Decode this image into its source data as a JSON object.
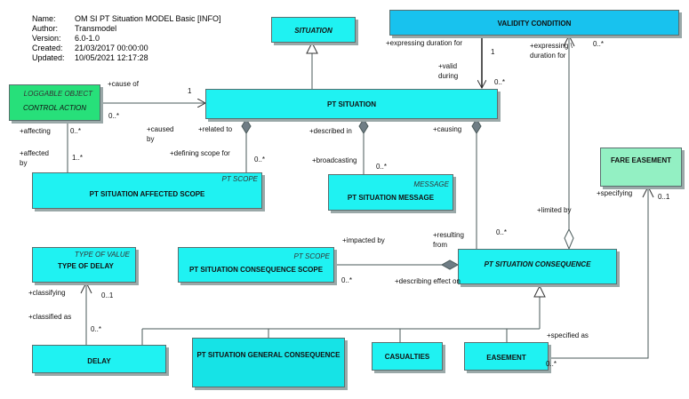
{
  "metadata": [
    {
      "key": "Name:",
      "value": "OM SI PT Situation MODEL Basic [INFO]"
    },
    {
      "key": "Author:",
      "value": "Transmodel"
    },
    {
      "key": "Version:",
      "value": "6.0-1.0"
    },
    {
      "key": "Created:",
      "value": "21/03/2017 00:00:00"
    },
    {
      "key": "Updated:",
      "value": "10/05/2021 12:17:28"
    }
  ],
  "classes": {
    "situation": {
      "name": "SITUATION"
    },
    "validity_condition": {
      "name": "VALIDITY CONDITION"
    },
    "loggable_object": {
      "name": "LOGGABLE OBJECT",
      "subname": "CONTROL ACTION"
    },
    "pt_situation": {
      "name": "PT SITUATION"
    },
    "pt_situation_affected_scope": {
      "stereotype": "PT SCOPE",
      "name": "PT SITUATION AFFECTED SCOPE"
    },
    "pt_situation_message": {
      "stereotype": "MESSAGE",
      "name": "PT SITUATION MESSAGE"
    },
    "fare_easement": {
      "name": "FARE EASEMENT"
    },
    "type_of_delay": {
      "stereotype": "TYPE OF VALUE",
      "name": "TYPE OF DELAY"
    },
    "pt_situation_consequence_scope": {
      "stereotype": "PT SCOPE",
      "name": "PT SITUATION CONSEQUENCE SCOPE"
    },
    "pt_situation_consequence": {
      "name": "PT SITUATION CONSEQUENCE"
    },
    "delay": {
      "name": "DELAY"
    },
    "pt_situation_general_consequence": {
      "name": "PT SITUATION GENERAL CONSEQUENCE"
    },
    "casualties": {
      "name": "CASUALTIES"
    },
    "easement": {
      "name": "EASEMENT"
    }
  },
  "labels": {
    "expressing_duration_for": "+expressing duration for",
    "mult_1_validity": "1",
    "valid": "+valid",
    "during": "during",
    "mult_0n_validity": "0..*",
    "expressing_right_1": "+expressing \\",
    "expressing_right_2": "duration for",
    "mult_0n_validity_right": "0..*",
    "cause_of": "+cause of",
    "mult_1_cause": "1",
    "mult_0n_cause": "0..*",
    "affecting": "+affecting",
    "mult_0n_affecting": "0..*",
    "affected": "+affected",
    "by": "by",
    "mult_1n_affected": "1..*",
    "caused": "+caused",
    "caused_by": "by",
    "related_to": "+related to",
    "defining_scope_for": "+defining scope for",
    "mult_0n_scope": "0..*",
    "described_in": "+described in",
    "broadcasting": "+broadcasting",
    "mult_0n_message": "0..*",
    "causing": "+causing",
    "specifying": "+specifying",
    "mult_01_fare": "0..1",
    "limited_by": "+limited by",
    "mult_0n_consequence": "0..*",
    "impacted_by": "+impacted by",
    "resulting": "+resulting",
    "from": "from",
    "mult_0n_conseq_scope": "0..*",
    "describing_effect_on": "+describing effect on",
    "classifying": "+classifying",
    "mult_01_delay_type": "0..1",
    "classified_as": "+classified as",
    "mult_0n_delay": "0..*",
    "specified_as": "+specified as",
    "mult_0n_easement": "0..*"
  },
  "colors": {
    "class_fill": "#1ff2f2",
    "loggable_fill": "#27e07a",
    "fare_fill": "#93f0c3",
    "validity_fill": "#18c2ee",
    "line": "#4a5a5a"
  }
}
